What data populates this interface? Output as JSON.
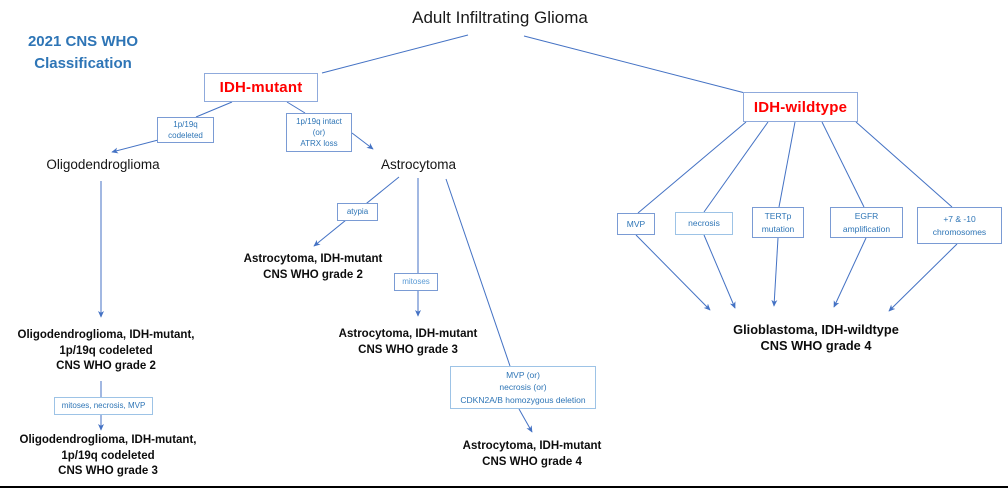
{
  "colors": {
    "line_blue": "#4472C4",
    "accent_blue": "#2E75B6",
    "light_border": "#9DC3E6",
    "red": "#FF0000"
  },
  "diagram": {
    "title": "Adult Infiltrating Glioma",
    "classification_label": {
      "line1": "2021 CNS WHO",
      "line2": "Classification"
    },
    "branches": {
      "idh_mutant": {
        "label": "IDH-mutant"
      },
      "idh_wildtype": {
        "label": "IDH-wildtype"
      }
    },
    "tumor_types": {
      "oligodendroglioma": "Oligodendroglioma",
      "astrocytoma": "Astrocytoma"
    },
    "criteria": {
      "codeleted": {
        "line1": "1p/19q",
        "line2": "codeleted"
      },
      "intact_atrx": {
        "line1": "1p/19q intact",
        "line2": "(or)",
        "line3": "ATRX loss"
      },
      "atypia": {
        "label": "atypia"
      },
      "mitoses": {
        "label": "mitoses"
      },
      "mitoses_necrosis_mvp": {
        "label": "mitoses, necrosis, MVP"
      },
      "mvp_necrosis_cdkn": {
        "line1": "MVP (or)",
        "line2": "necrosis (or)",
        "line3": "CDKN2A/B homozygous deletion"
      },
      "mvp": {
        "label": "MVP"
      },
      "necrosis": {
        "label": "necrosis"
      },
      "tertp": {
        "line1": "TERTp",
        "line2": "mutation"
      },
      "egfr": {
        "line1": "EGFR",
        "line2": "amplification"
      },
      "chr7_10": {
        "line1": "+7 & -10",
        "line2": "chromosomes"
      }
    },
    "diagnoses": {
      "oligo_grade2": {
        "line1": "Oligodendroglioma, IDH-mutant,",
        "line2": "1p/19q codeleted",
        "line3": "CNS WHO grade 2"
      },
      "oligo_grade3": {
        "line1": "Oligodendroglioma, IDH-mutant,",
        "line2": "1p/19q codeleted",
        "line3": "CNS WHO grade 3"
      },
      "astro_grade2": {
        "line1": "Astrocytoma, IDH-mutant",
        "line2": "CNS WHO grade 2"
      },
      "astro_grade3": {
        "line1": "Astrocytoma, IDH-mutant",
        "line2": "CNS WHO grade 3"
      },
      "astro_grade4": {
        "line1": "Astrocytoma, IDH-mutant",
        "line2": "CNS WHO grade 4"
      },
      "gbm_grade4": {
        "line1": "Glioblastoma, IDH-wildtype",
        "line2": "CNS WHO grade 4"
      }
    }
  }
}
